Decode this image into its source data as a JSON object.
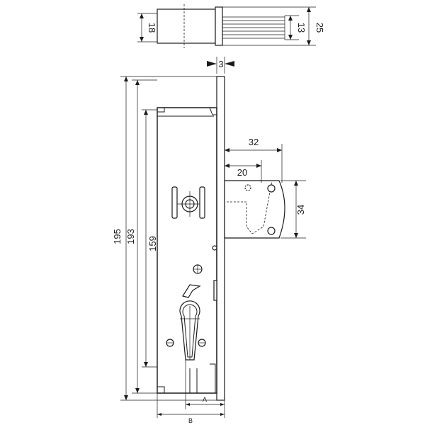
{
  "dimensions": {
    "top_width": "18",
    "top_bolt_height": "13",
    "top_total_height": "25",
    "faceplate_thickness": "3",
    "bolt_throw": "32",
    "bolt_offset": "20",
    "bolt_height": "34",
    "overall_height": "195",
    "body_height": "193",
    "inner_height": "159",
    "dim_a": "A",
    "dim_b": "B"
  }
}
